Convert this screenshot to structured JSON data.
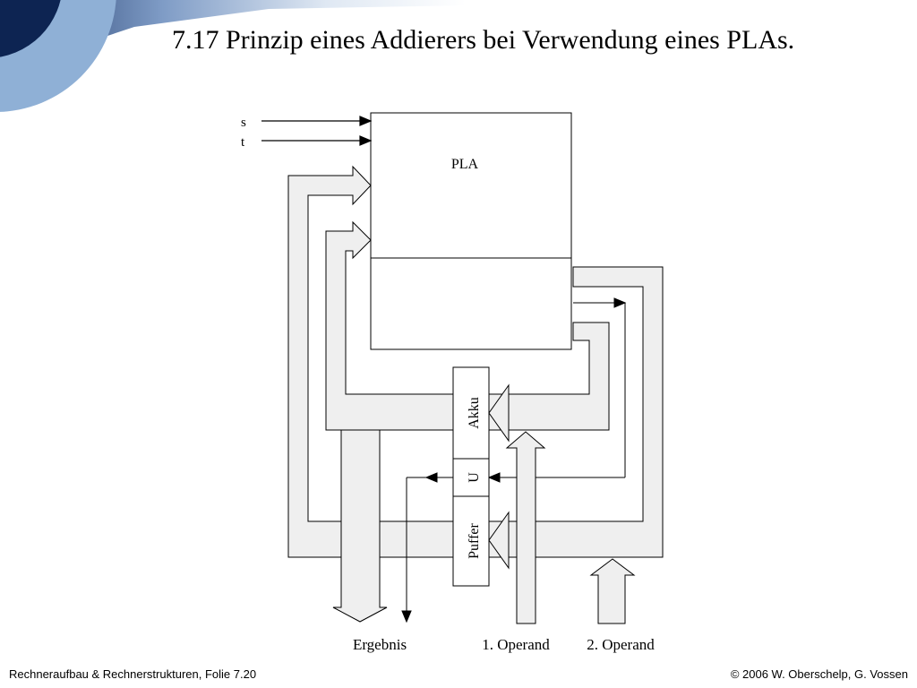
{
  "slide": {
    "title": "7.17 Prinzip eines Addierers bei Verwendung eines PLAs.",
    "footer_left": "Rechneraufbau & Rechnerstrukturen, Folie 7.20",
    "footer_right": "© 2006 W. Oberschelp, G. Vossen"
  },
  "diagram": {
    "pla_label": "PLA",
    "input_s": "s",
    "input_t": "t",
    "register_akku": "Akku",
    "register_u": "U",
    "register_puffer": "Puffer",
    "output_label": "Ergebnis",
    "operand1_label": "1. Operand",
    "operand2_label": "2. Operand"
  },
  "colors": {
    "deco_dark": "#0d2452",
    "deco_light": "#8fb0d6",
    "bus_fill": "#efefef",
    "line": "#000000"
  }
}
